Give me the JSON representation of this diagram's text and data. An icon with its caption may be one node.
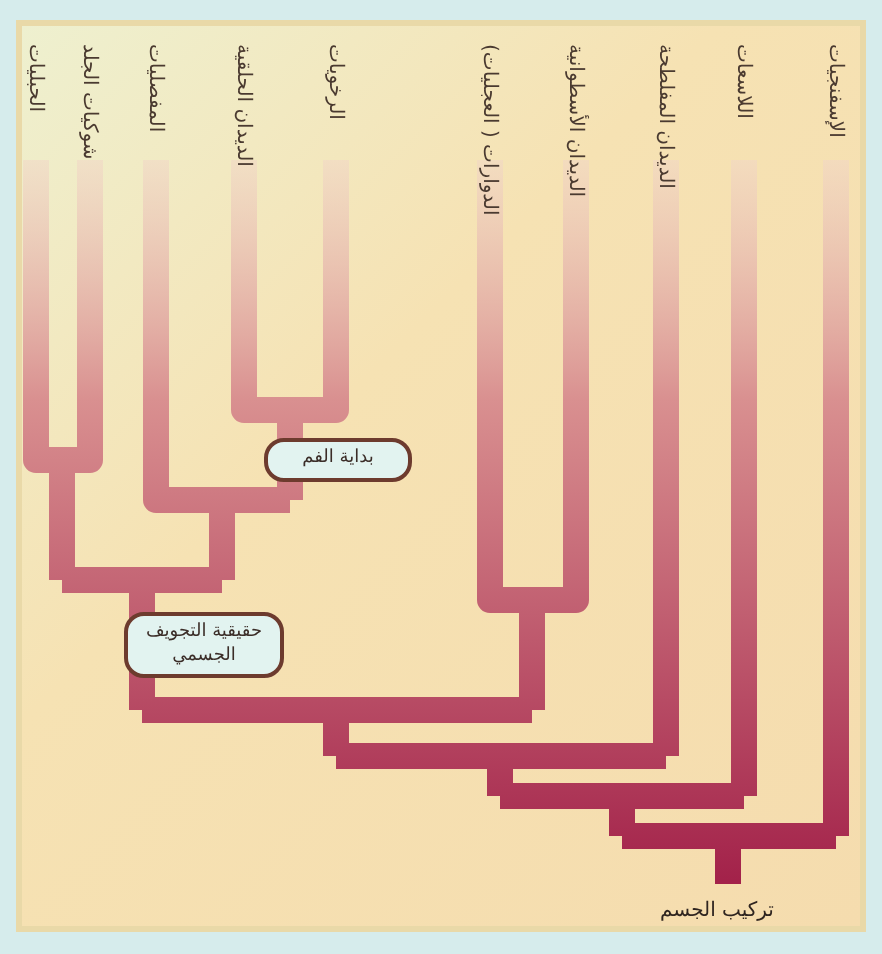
{
  "diagram": {
    "nodes": [
      {
        "text": [
          "بداية الفم"
        ]
      },
      {
        "text": [
          "حقيقية التجويف الجسمي"
        ]
      }
    ],
    "edges": [],
    "labels": [
      "الحبليات",
      "شوكيات الجلد",
      "المفصليات",
      "الديدان الحلقية",
      "الرخويات",
      "الدوارات ( العجليات)",
      "الديدان الأسطوانية",
      "الديدان المفلطحة",
      "اللاسعات",
      "الإسفنجيات",
      "تركيب الجسم"
    ]
  }
}
